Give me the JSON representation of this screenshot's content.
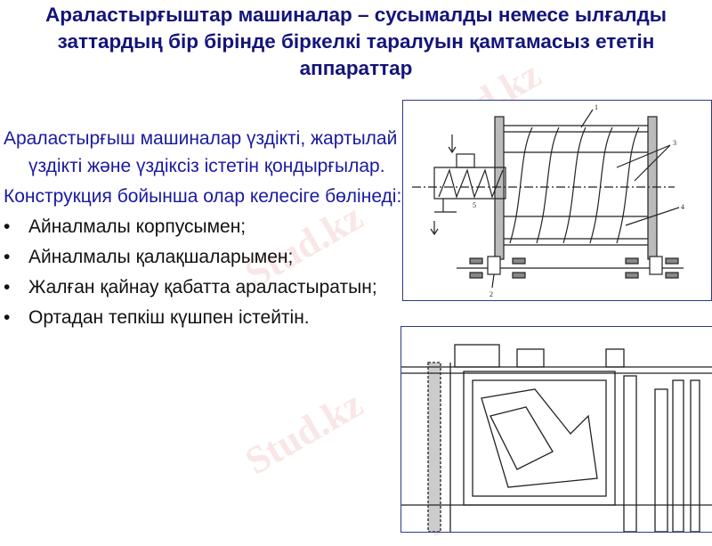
{
  "title": "Араластырғыштар машиналар – сусымалды немесе ылғалды заттардың бір бірінде біркелкі таралуын қамтамасыз ететін аппараттар",
  "paragraphs": [
    "Араластырғыш машиналар үздікті, жартылай үздікті  және үздіксіз істетін қондырғылар.",
    "Конструкция бойынша олар келесіге бөлінеді:"
  ],
  "bullets": [
    "Айналмалы корпусымен;",
    "Айналмалы қалақшаларымен;",
    "Жалған қайнау қабатта араластыратын;",
    "Ортадан тепкіш күшпен істейтін."
  ],
  "figure1_labels": [
    "1",
    "2",
    "3",
    "4",
    "5"
  ],
  "watermark": "Stud.kz",
  "colors": {
    "title": "#14147a",
    "paragraph": "#1a1aa0",
    "bullet": "#111111",
    "frame": "#2c3a8c"
  }
}
